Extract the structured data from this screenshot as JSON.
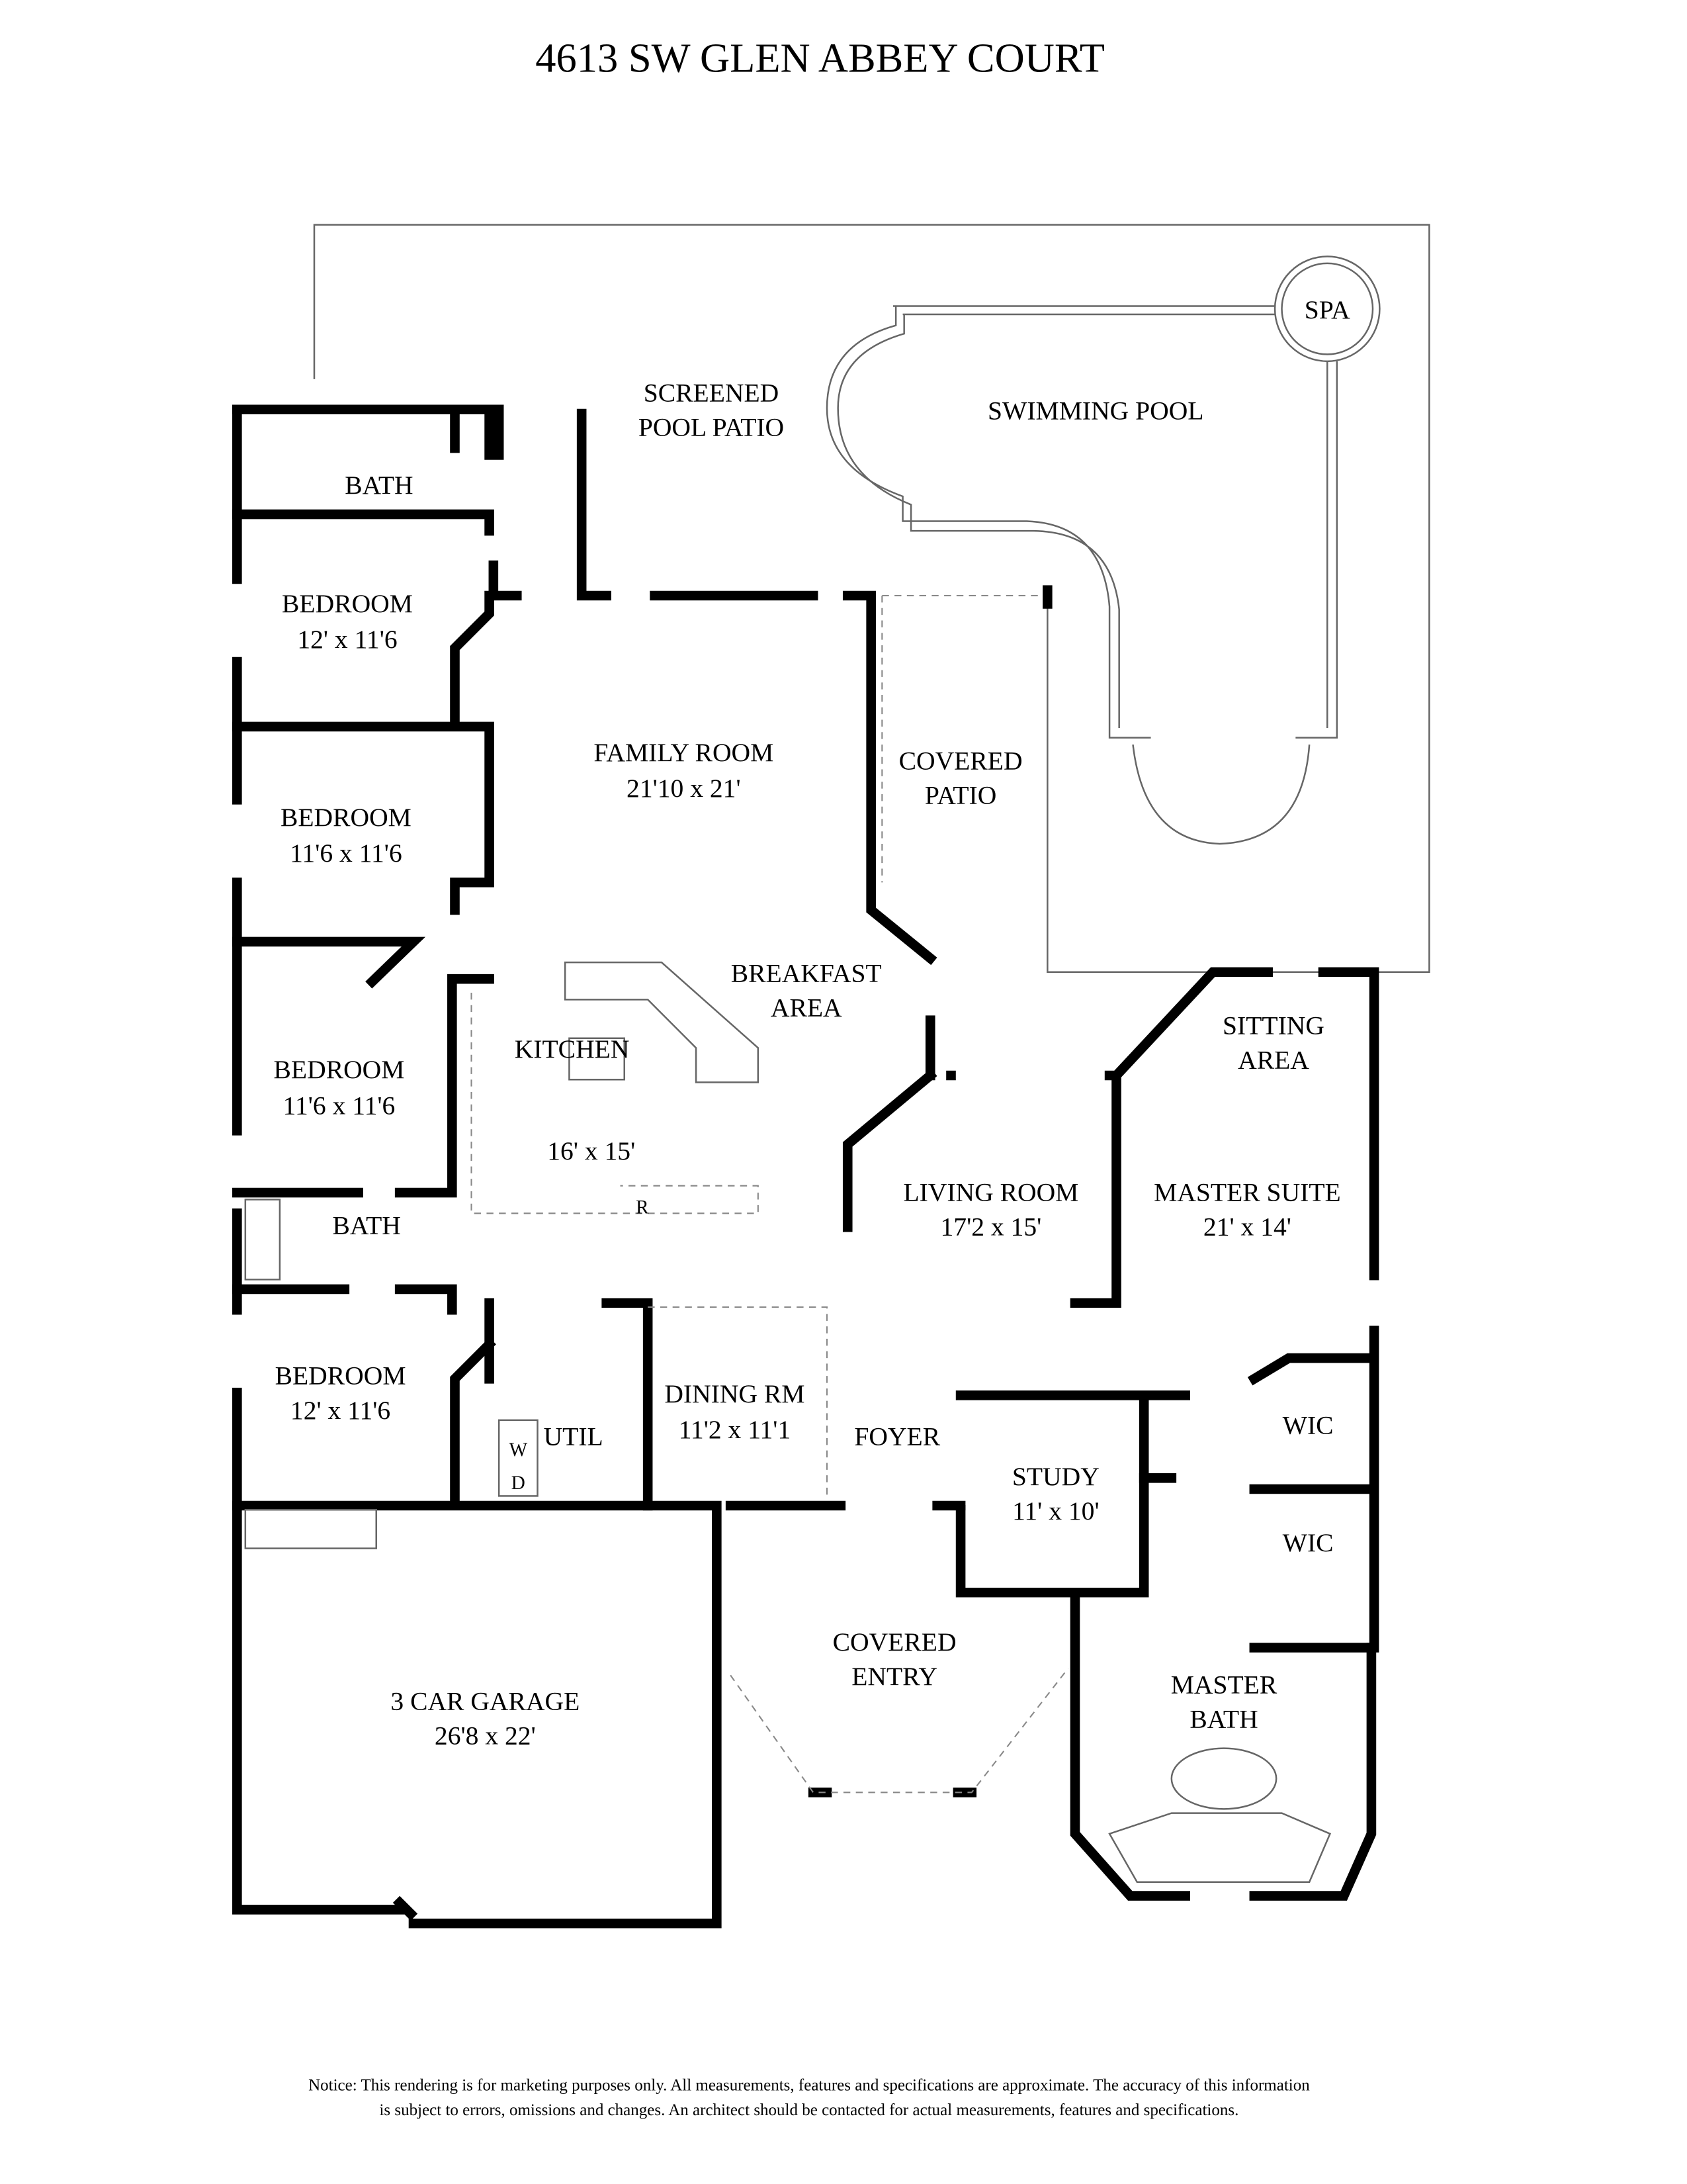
{
  "title": "4613 SW GLEN ABBEY COURT",
  "rooms": {
    "spa": "SPA",
    "screened_1": "SCREENED",
    "screened_2": "POOL PATIO",
    "pool": "SWIMMING POOL",
    "bath_top": "BATH",
    "bedroom1": {
      "name": "BEDROOM",
      "size": "12' x 11'6"
    },
    "family": {
      "name": "FAMILY ROOM",
      "size": "21'10 x 21'"
    },
    "covered_patio_1": "COVERED",
    "covered_patio_2": "PATIO",
    "bedroom2": {
      "name": "BEDROOM",
      "size": "11'6 x 11'6"
    },
    "breakfast_1": "BREAKFAST",
    "breakfast_2": "AREA",
    "sitting_1": "SITTING",
    "sitting_2": "AREA",
    "kitchen": {
      "name": "KITCHEN",
      "size": "16' x 15'"
    },
    "bedroom3": {
      "name": "BEDROOM",
      "size": "11'6 x 11'6"
    },
    "refrigerator": "R",
    "living": {
      "name": "LIVING ROOM",
      "size": "17'2 x 15'"
    },
    "master_suite": {
      "name": "MASTER SUITE",
      "size": "21' x 14'"
    },
    "bath_mid": "BATH",
    "bedroom4": {
      "name": "BEDROOM",
      "size": "12' x 11'6"
    },
    "wic1": "WIC",
    "wic2": "WIC",
    "dining": {
      "name": "DINING RM",
      "size": "11'2 x 11'1"
    },
    "util": "UTIL",
    "washer": "W",
    "dryer": "D",
    "foyer": "FOYER",
    "study": {
      "name": "STUDY",
      "size": "11' x 10'"
    },
    "covered_entry_1": "COVERED",
    "covered_entry_2": "ENTRY",
    "master_bath_1": "MASTER",
    "master_bath_2": "BATH",
    "garage": {
      "name": "3 CAR GARAGE",
      "size": "26'8 x 22'"
    }
  },
  "notice": {
    "line1": "Notice: This rendering is for marketing purposes only. All measurements, features and specifications are approximate. The accuracy of this information",
    "line2": "is subject to errors, omissions and changes. An architect should be contacted for actual measurements, features and specifications."
  }
}
